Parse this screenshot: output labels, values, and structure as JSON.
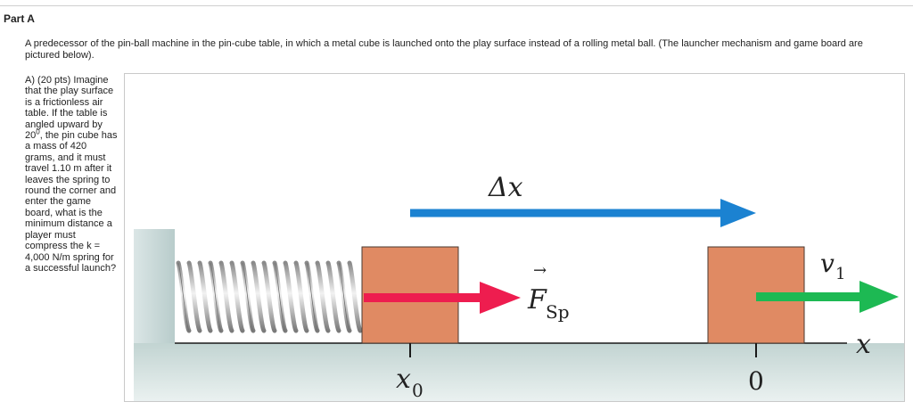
{
  "part": {
    "title": "Part A"
  },
  "intro": {
    "text": "A predecessor of the pin-ball machine in the pin-cube table, in which a metal cube is launched onto the play surface instead of a rolling metal ball. (The launcher mechanism and game board are pictured below)."
  },
  "question": {
    "text_before": "A) (20 pts) Imagine that the play surface is a frictionless air table. If the table is angled upward by 20",
    "degree_mark": "0",
    "text_after": ", the pin cube has a mass of 420 grams, and it must travel 1.10 m after it leaves the spring to round the corner and enter the game board, what is the minimum distance a player must compress the  k = 4,000 N/m spring for a successful launch?"
  },
  "figure": {
    "delta_x_label": "Δx",
    "force_symbol": "F",
    "force_arrow": "→",
    "force_subscript": "Sp",
    "velocity_symbol": "v",
    "velocity_subscript": "1",
    "axis_label": "x",
    "tick_x0_symbol": "x",
    "tick_x0_subscript": "0",
    "tick_zero_label": "0",
    "colors": {
      "cube": "#e08a63",
      "delta_arrow": "#1b82d1",
      "force_arrow": "#ee1d4f",
      "velocity_arrow": "#1db953",
      "wall": "#c6d6d6",
      "table": "#c9dad8"
    }
  }
}
